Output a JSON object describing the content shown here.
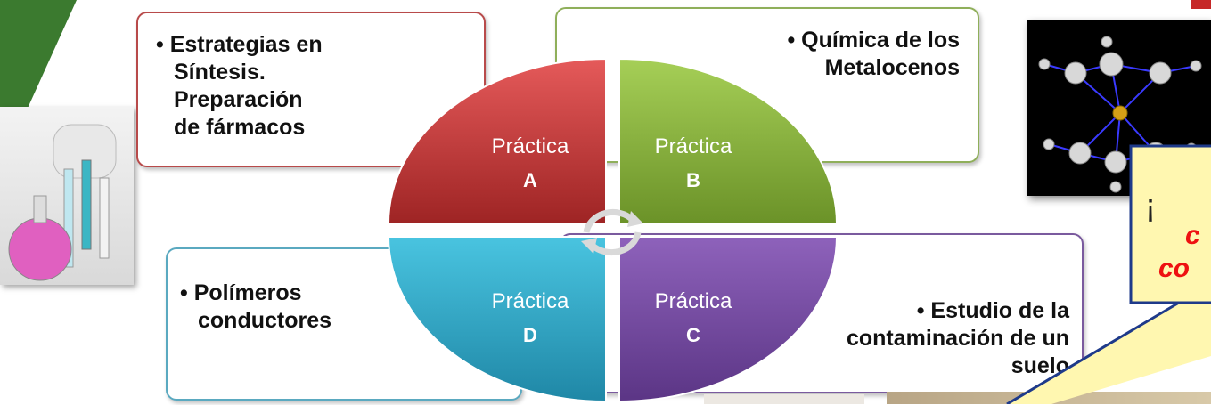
{
  "diagram": {
    "topics": {
      "a": [
        "• Estrategias en",
        "Síntesis.",
        "Preparación",
        "de fármacos"
      ],
      "b": [
        "• Química de los",
        "Metalocenos"
      ],
      "c": [
        "• Estudio de la",
        "contaminación de un",
        "suelo"
      ],
      "d": [
        "• Polímeros",
        "conductores"
      ]
    },
    "quadrants": {
      "a": {
        "label": "Práctica",
        "letter": "A",
        "color": "#c83a3a"
      },
      "b": {
        "label": "Práctica",
        "letter": "B",
        "color": "#8cb33e"
      },
      "c": {
        "label": "Práctica",
        "letter": "C",
        "color": "#7b4fa6"
      },
      "d": {
        "label": "Práctica",
        "letter": "D",
        "color": "#2fa9c8"
      }
    }
  },
  "callout": {
    "exclamation": "¡",
    "line1": "c",
    "line2": "co"
  },
  "decor": {
    "left_image": "chemistry-glassware-photo",
    "right_image": "metallocene-molecule-model",
    "left_accent_color": "#2e7d32"
  }
}
